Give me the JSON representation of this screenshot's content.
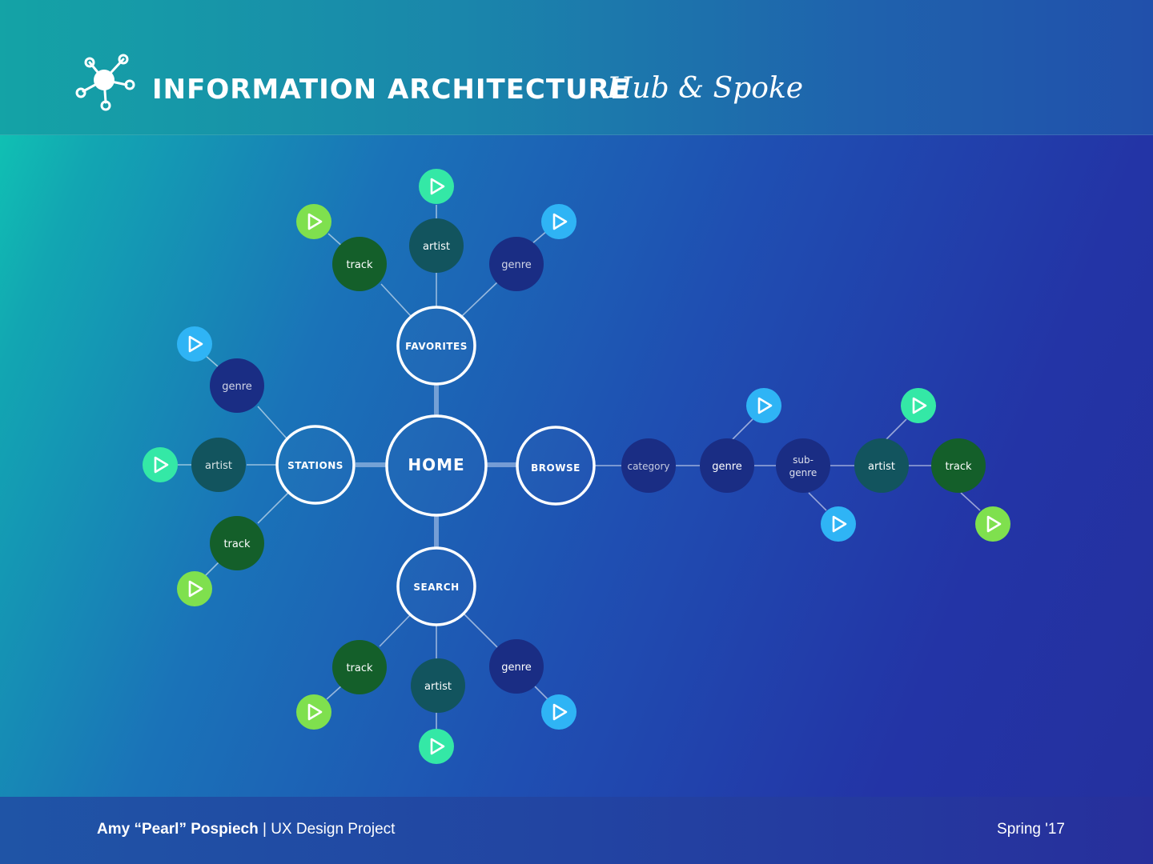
{
  "header": {
    "title": "INFORMATION ARCHITECTURE",
    "subtitle": "Hub & Spoke",
    "logo_icon": "hub-network-icon"
  },
  "diagram": {
    "hub": "HOME",
    "spokes": [
      {
        "key": "favorites",
        "label": "FAVORITES"
      },
      {
        "key": "stations",
        "label": "STATIONS"
      },
      {
        "key": "browse",
        "label": "BROWSE"
      },
      {
        "key": "search",
        "label": "SEARCH"
      }
    ],
    "nodes": {
      "fav_track": "track",
      "fav_artist": "artist",
      "fav_genre": "genre",
      "sta_genre": "genre",
      "sta_artist": "artist",
      "sta_track": "track",
      "br_category": "category",
      "br_genre": "genre",
      "br_subgenre_1": "sub-",
      "br_subgenre_2": "genre",
      "br_artist": "artist",
      "br_track": "track",
      "se_track": "track",
      "se_artist": "artist",
      "se_genre": "genre"
    },
    "play_icon": "play-icon",
    "colors": {
      "track": "#145f2a",
      "artist": "#12545e",
      "genre": "#1a2d84",
      "play_green": "#7fe04e",
      "play_teal": "#34e8a6",
      "play_blue": "#2fb4f5"
    }
  },
  "footer": {
    "author_name": "Amy “Pearl” Pospiech",
    "author_suffix": " | UX Design Project",
    "date": "Spring '17"
  }
}
